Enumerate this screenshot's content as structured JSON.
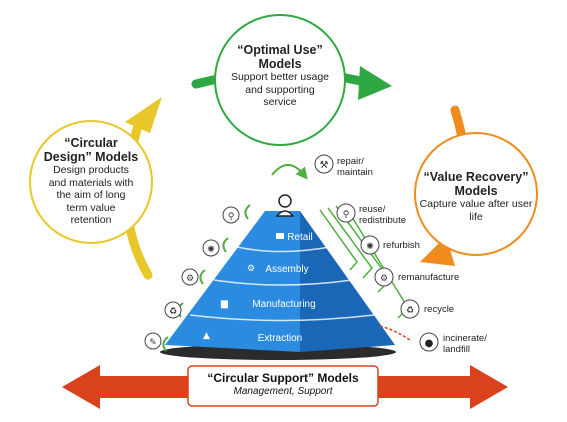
{
  "models": {
    "optimal_use": {
      "title_line1": "“Optimal Use”",
      "title_line2": "Models",
      "desc": [
        "Support better usage",
        "and supporting",
        "service"
      ],
      "color": "#2ea843"
    },
    "value_recovery": {
      "title_line1": "“Value Recovery”",
      "title_line2": "Models",
      "desc": [
        "Capture value after user",
        "life"
      ],
      "color": "#f08c1e"
    },
    "circular_design": {
      "title_line1": "“Circular",
      "title_line2": "Design” Models",
      "desc": [
        "Design products",
        "and materials with",
        "the aim of long",
        "term value",
        "retention"
      ],
      "color": "#e8c72a"
    },
    "circular_support": {
      "title": "“Circular Support” Models",
      "subtitle": "Management, Support",
      "color": "#d9421c"
    }
  },
  "pyramid": {
    "tiers": [
      "Retail",
      "Assembly",
      "Manufacturing",
      "Extraction"
    ],
    "color": "#1f7fd6"
  },
  "loops": {
    "repair": [
      "repair/",
      "maintain"
    ],
    "reuse": [
      "reuse/",
      "redistribute"
    ],
    "refurbish": [
      "refurbish"
    ],
    "remanufacture": [
      "remanufacture"
    ],
    "recycle": [
      "recycle"
    ],
    "incinerate": [
      "incinerate/",
      "landfill"
    ]
  },
  "icons": {
    "repair": "wrench-icon",
    "reuse": "bicycle-icon",
    "refurbish": "refurbish-icon",
    "remanufacture": "remanufacture-icon",
    "recycle": "recycle-icon",
    "incinerate": "fire-icon",
    "user": "user-icon"
  }
}
